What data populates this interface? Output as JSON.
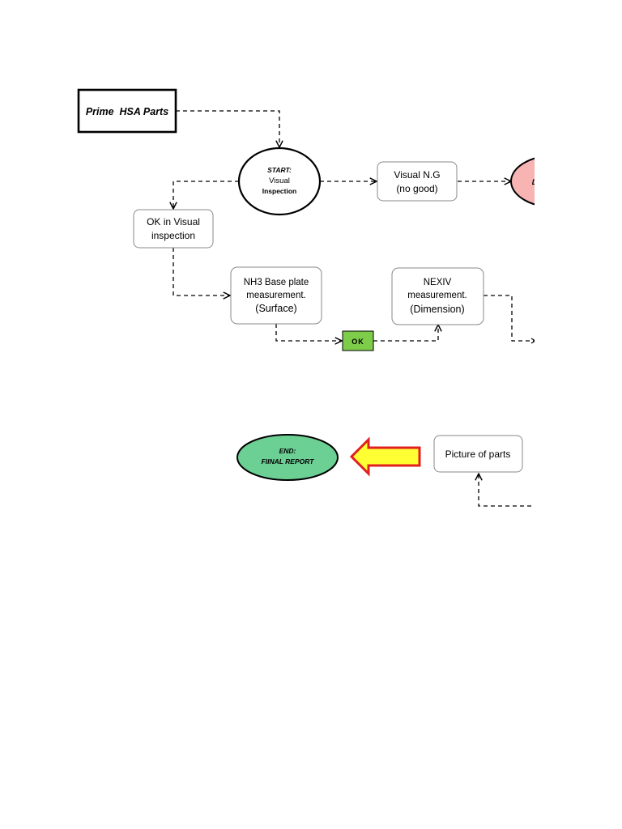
{
  "nodes": {
    "prime_hsa_parts": "Prime  HSA Parts",
    "start_prefix": "START:",
    "start_line1": "Visual",
    "start_line2": "Inspection",
    "visual_ng_line1": "Visual N.G",
    "visual_ng_line2": "(no good)",
    "ok_visual_line1": "OK in Visual",
    "ok_visual_line2": "inspection",
    "nh3_line1": "NH3 Base plate",
    "nh3_line2": "measurement.",
    "nh3_line3": "(Surface)",
    "ok_badge": "OK",
    "nexiv_line1": "NEXIV",
    "nexiv_line2": "measurement.",
    "nexiv_line3": "(Dimension)",
    "picture_of_parts": "Picture of parts",
    "end_line1": "END:",
    "end_line2": "FIINAL REPORT",
    "cut_red_node": "D"
  },
  "colors": {
    "ok_badge_fill": "#7dcc4a",
    "end_fill": "#6ccf94",
    "cut_red_fill": "#f8b3b3",
    "arrow_fill": "#ffff33",
    "arrow_stroke": "#e02020"
  }
}
